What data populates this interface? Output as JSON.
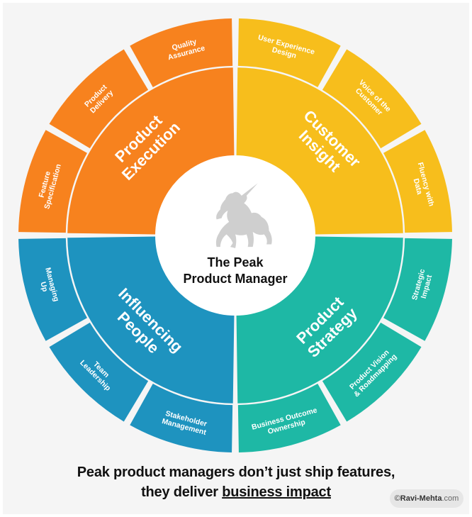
{
  "colors": {
    "product_execution": "#f7821e",
    "customer_insight": "#f7be1c",
    "influencing_people": "#1e93bf",
    "product_strategy": "#1eb8a5",
    "center": "#ffffff",
    "unicorn": "#cfcfcf",
    "text_on_color": "#ffffff",
    "text_dark": "#111111"
  },
  "center": {
    "icon": "unicorn-icon",
    "title_line1": "The Peak",
    "title_line2": "Product Manager"
  },
  "quadrants": [
    {
      "id": "product-execution",
      "color_key": "product_execution",
      "label": [
        "Product",
        "Execution"
      ],
      "sub": [
        {
          "lines": [
            "Feature",
            "Specification"
          ]
        },
        {
          "lines": [
            "Product",
            "Delivery"
          ]
        },
        {
          "lines": [
            "Quality",
            "Assurance"
          ]
        }
      ]
    },
    {
      "id": "customer-insight",
      "color_key": "customer_insight",
      "label": [
        "Customer",
        "Insight"
      ],
      "sub": [
        {
          "lines": [
            "Fluency with",
            "Data"
          ]
        },
        {
          "lines": [
            "Voice of the",
            "Customer"
          ]
        },
        {
          "lines": [
            "User Experience",
            "Design"
          ]
        }
      ]
    },
    {
      "id": "product-strategy",
      "color_key": "product_strategy",
      "label": [
        "Product",
        "Strategy"
      ],
      "sub": [
        {
          "lines": [
            "Business Outcome",
            "Ownership"
          ]
        },
        {
          "lines": [
            "Product Vision",
            "& Roadmapping"
          ]
        },
        {
          "lines": [
            "Strategic",
            "Impact"
          ]
        }
      ]
    },
    {
      "id": "influencing-people",
      "color_key": "influencing_people",
      "label": [
        "Influencing",
        "People"
      ],
      "sub": [
        {
          "lines": [
            "Stakeholder",
            "Management"
          ]
        },
        {
          "lines": [
            "Team",
            "Leadership"
          ]
        },
        {
          "lines": [
            "Managing",
            "Up"
          ]
        }
      ]
    }
  ],
  "caption": {
    "line1": "Peak product managers don’t just ship features,",
    "line2_prefix": "they deliver ",
    "line2_emphasis": "business impact"
  },
  "credit": {
    "symbol": "© ",
    "name": "Ravi-Mehta",
    "suffix": ".com"
  }
}
